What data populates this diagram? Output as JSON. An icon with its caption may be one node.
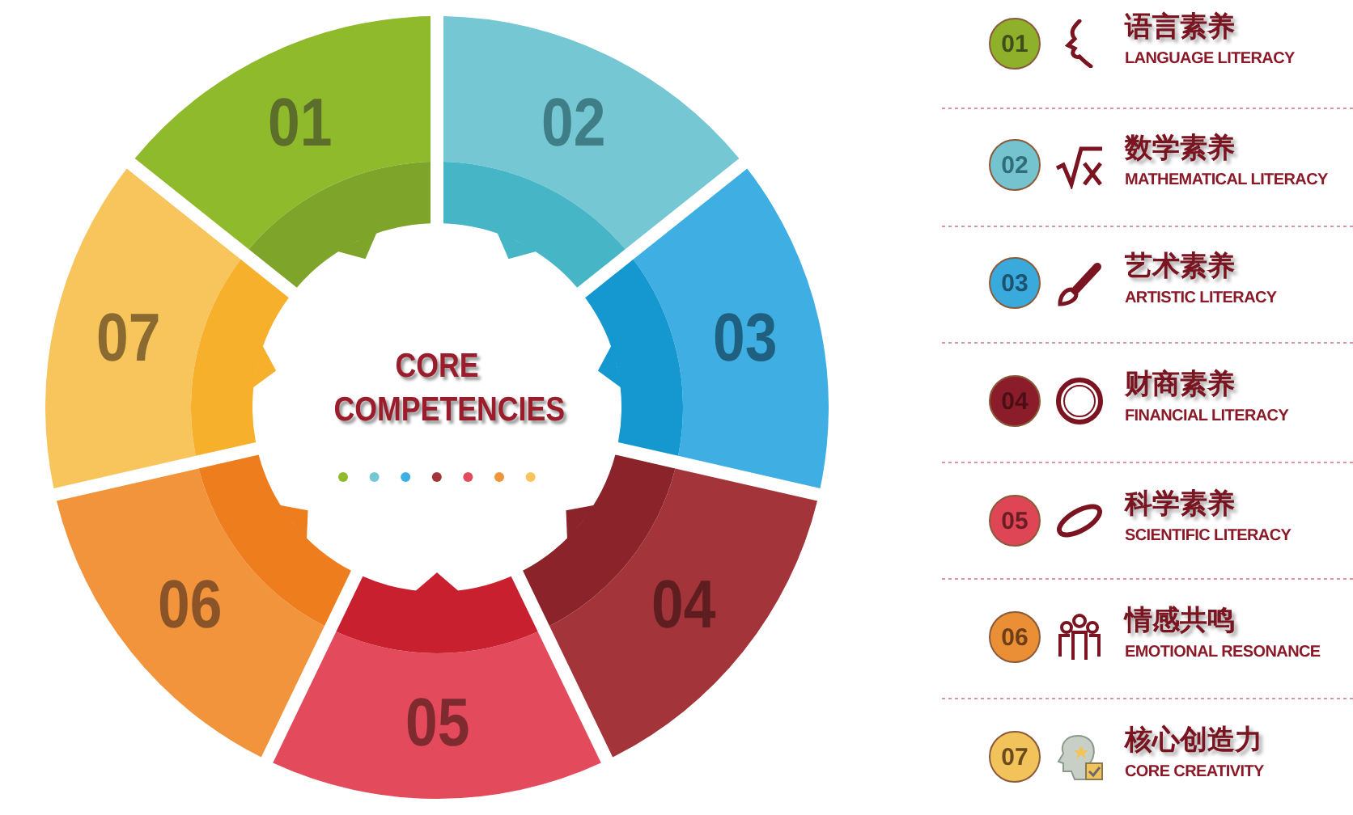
{
  "diagram": {
    "nodes": [
      {
        "text": [
          "CORE COMPETENCIES"
        ]
      },
      {
        "text": [
          "01"
        ]
      },
      {
        "text": [
          "02"
        ]
      },
      {
        "text": [
          "03"
        ]
      },
      {
        "text": [
          "04"
        ]
      },
      {
        "text": [
          "05"
        ]
      },
      {
        "text": [
          "06"
        ]
      },
      {
        "text": [
          "07"
        ]
      },
      {
        "text": [
          "01"
        ]
      },
      {
        "text": [
          "02"
        ]
      },
      {
        "text": [
          "03"
        ]
      },
      {
        "text": [
          "04"
        ]
      },
      {
        "text": [
          "05"
        ]
      },
      {
        "text": [
          "06"
        ]
      },
      {
        "text": [
          "07"
        ]
      }
    ],
    "labels": [
      "语言素养",
      "LANGUAGE LITERACY",
      "数学素养",
      "MATHEMATICAL LITERACY",
      "艺术素养",
      "ARTISTIC LITERACY",
      "财商素养",
      "FINANCIAL LITERACY",
      "科学素养",
      "SCIENTIFIC LITERACY",
      "情感共鸣",
      "EMOTIONAL RESONANCE",
      "核心创造力",
      "CORE CREATIVITY"
    ]
  }
}
